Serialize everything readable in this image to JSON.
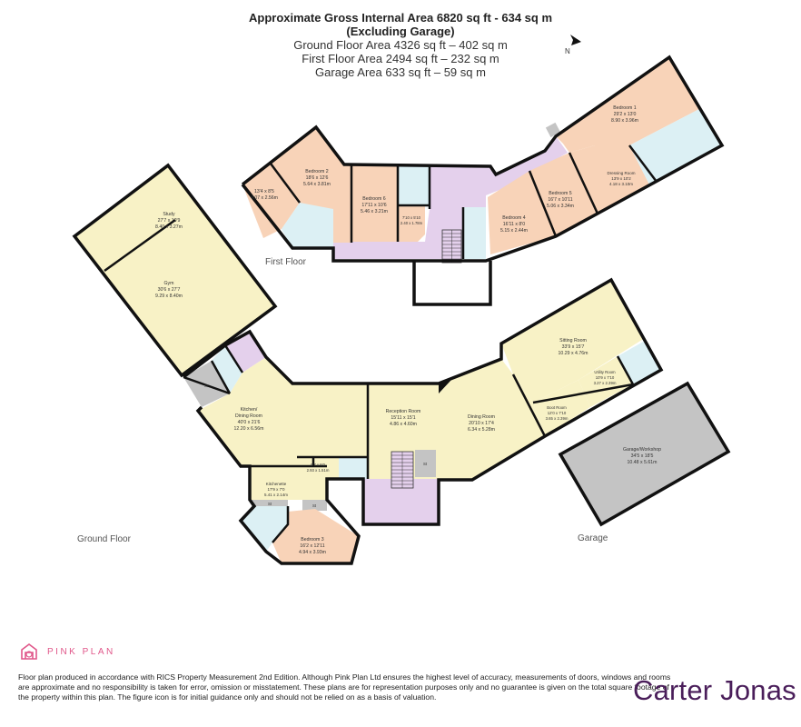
{
  "header": {
    "title": "Approximate Gross Internal Area 6820 sq ft - 634 sq m",
    "subtitle": "(Excluding Garage)",
    "ground_floor_area": "Ground Floor Area 4326 sq ft – 402 sq m",
    "first_floor_area": "First Floor Area 2494 sq ft – 232 sq m",
    "garage_area": "Garage Area 633 sq ft – 59 sq m"
  },
  "compass": {
    "icon": "north-arrow-icon",
    "label": "N"
  },
  "floors": {
    "first_floor": "First Floor",
    "ground_floor": "Ground Floor",
    "garage": "Garage"
  },
  "store_label": "St",
  "first_floor_rooms": {
    "bedroom_2": {
      "name": "Bedroom 2",
      "ft": "18'6 x 12'6",
      "m": "5.64 x 3.81m"
    },
    "side_room": {
      "ft": "13'4 x 8'5",
      "m": "4.07 x 2.56m"
    },
    "bedroom_6": {
      "name": "Bedroom 6",
      "ft": "17'11 x 10'6",
      "m": "5.46 x 3.21m"
    },
    "small_room": {
      "ft": "7'10 x 5'10",
      "m": "2.40 x 1.78m"
    },
    "bedroom_1": {
      "name": "Bedroom 1",
      "ft": "29'2 x 13'0",
      "m": "8.90 x 3.96m"
    },
    "dressing_room": {
      "name": "Dressing Room",
      "ft": "13'9 x 10'2",
      "m": "4.18 x 3.10m"
    },
    "bedroom_5": {
      "name": "Bedroom 5",
      "ft": "16'7 x 10'11",
      "m": "5.06 x 3.34m"
    },
    "bedroom_4": {
      "name": "Bedroom 4",
      "ft": "16'11 x 8'0",
      "m": "5.15 x 2.44m"
    }
  },
  "ground_floor_rooms": {
    "study": {
      "name": "Study",
      "ft": "27'7 x 10'9",
      "m": "8.40 x 3.27m"
    },
    "gym": {
      "name": "Gym",
      "ft": "30'6 x 27'7",
      "m": "9.29 x 8.40m"
    },
    "kitchen": {
      "name": "Kitchen/",
      "name2": "Dining Room",
      "ft": "40'0 x 21'6",
      "m": "12.20 x 6.56m"
    },
    "reception": {
      "name": "Reception Room",
      "ft": "15'11 x 15'1",
      "m": "4.86 x 4.60m"
    },
    "small_room": {
      "ft": "9'7 x 5'0",
      "m": "2.93 x 1.51m"
    },
    "kitchenette": {
      "name": "Kitchenette",
      "ft": "17'9 x 7'0",
      "m": "5.41 x 2.14m"
    },
    "bedroom_3": {
      "name": "Bedroom 3",
      "ft": "16'2 x 12'11",
      "m": "4.94 x 3.93m"
    },
    "dining": {
      "name": "Dining Room",
      "ft": "20'10 x 17'4",
      "m": "6.34 x 5.28m"
    },
    "sitting": {
      "name": "Sitting Room",
      "ft": "33'9 x 15'7",
      "m": "10.29 x 4.76m"
    },
    "utility": {
      "name": "Utility Room",
      "ft": "10'9 x 7'10",
      "m": "3.27 x 2.39m"
    },
    "boot": {
      "name": "Boot Room",
      "ft": "12'0 x 7'10",
      "m": "3.65 x 2.39m"
    }
  },
  "garage_rooms": {
    "garage": {
      "name": "Garage/Workshop",
      "ft": "34'5 x 18'5",
      "m": "10.48 x 5.61m"
    }
  },
  "branding": {
    "pink_plan": "PINK PLAN",
    "pink_color": "#e0578a",
    "carter_jonas": "Carter Jonas",
    "carter_color": "#4a1e5a"
  },
  "disclaimer": "Floor plan produced in accordance with RICS Property Measurement 2nd Edition. Although Pink Plan Ltd ensures the highest level of accuracy, measurements of doors, windows and rooms are approximate and no responsibility is taken for error, omission or misstatement. These plans are for representation purposes only and no guarantee is given on the total square footage of the property within this plan. The figure icon is for initial guidance only and should not be relied on as a basis of valuation."
}
